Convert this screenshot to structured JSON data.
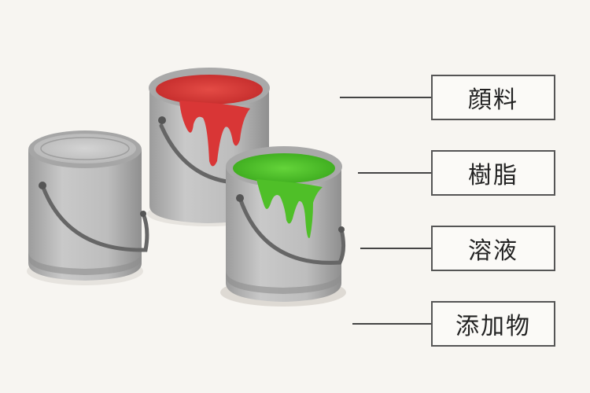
{
  "labels": [
    {
      "id": "pigment",
      "text": "顔料"
    },
    {
      "id": "resin",
      "text": "樹脂"
    },
    {
      "id": "solvent",
      "text": "溶液"
    },
    {
      "id": "additive",
      "text": "添加物"
    }
  ],
  "cans": [
    {
      "id": "empty-can",
      "paint": "none"
    },
    {
      "id": "red-can",
      "paint": "#d93636"
    },
    {
      "id": "green-can",
      "paint": "#4fbf28"
    }
  ],
  "colors": {
    "background": "#f7f5f1",
    "can_body": "#b8b8b8",
    "line": "#444444",
    "red_paint": "#d93636",
    "green_paint": "#4fbf28"
  }
}
